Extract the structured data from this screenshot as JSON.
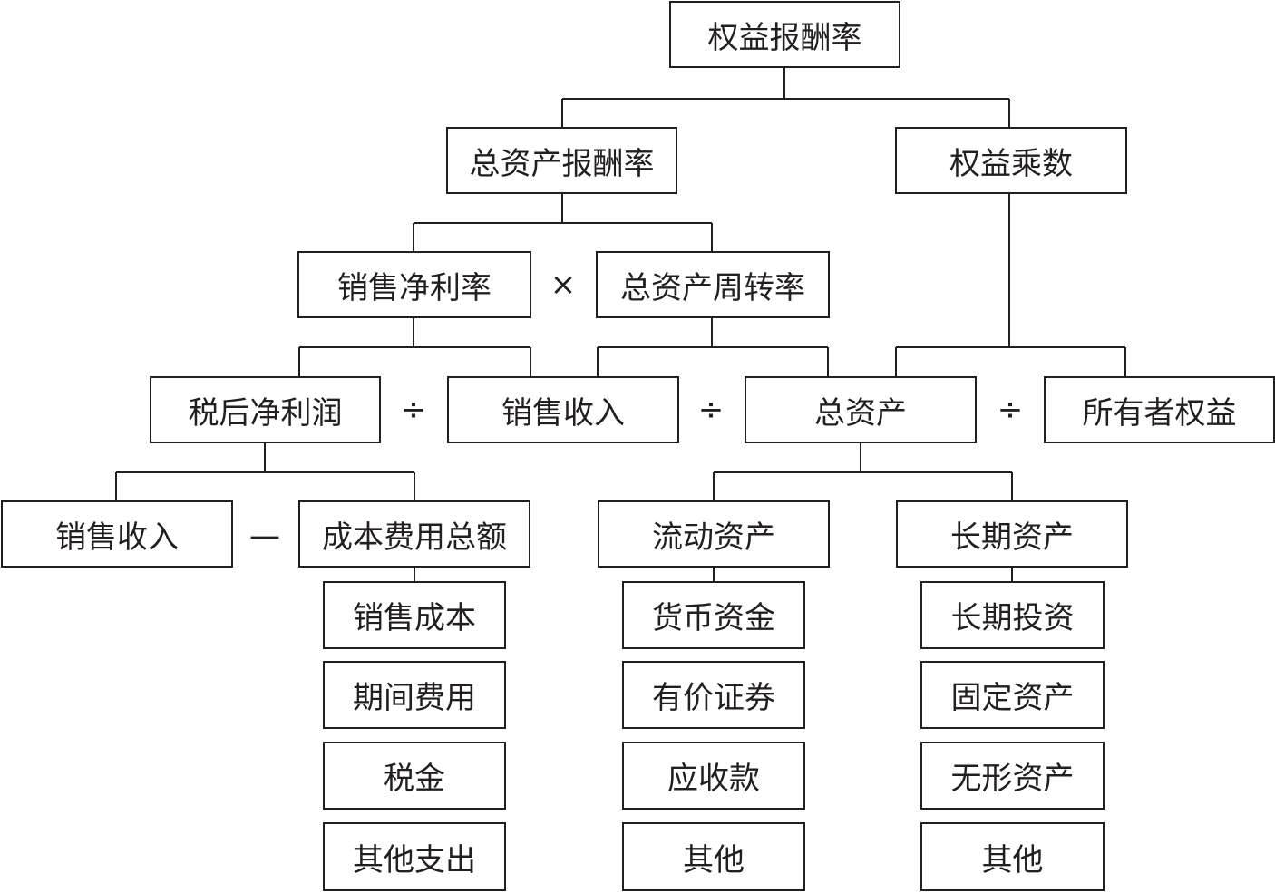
{
  "diagram": {
    "root": "权益报酬率",
    "level1": {
      "left": "总资产报酬率",
      "right": "权益乘数"
    },
    "level2": {
      "left": "销售净利率",
      "operator": "×",
      "right": "总资产周转率"
    },
    "level3": {
      "net_income": "税后净利润",
      "op1": "÷",
      "sales": "销售收入",
      "op2": "÷",
      "total_assets": "总资产",
      "op3": "÷",
      "owners_equity": "所有者权益"
    },
    "level4": {
      "sales": "销售收入",
      "operator": "—",
      "total_cost": "成本费用总额",
      "current_assets": "流动资产",
      "long_term_assets": "长期资产"
    },
    "cost_items": [
      "销售成本",
      "期间费用",
      "税金",
      "其他支出"
    ],
    "current_asset_items": [
      "货币资金",
      "有价证券",
      "应收款",
      "其他"
    ],
    "long_term_asset_items": [
      "长期投资",
      "固定资产",
      "无形资产",
      "其他"
    ]
  }
}
